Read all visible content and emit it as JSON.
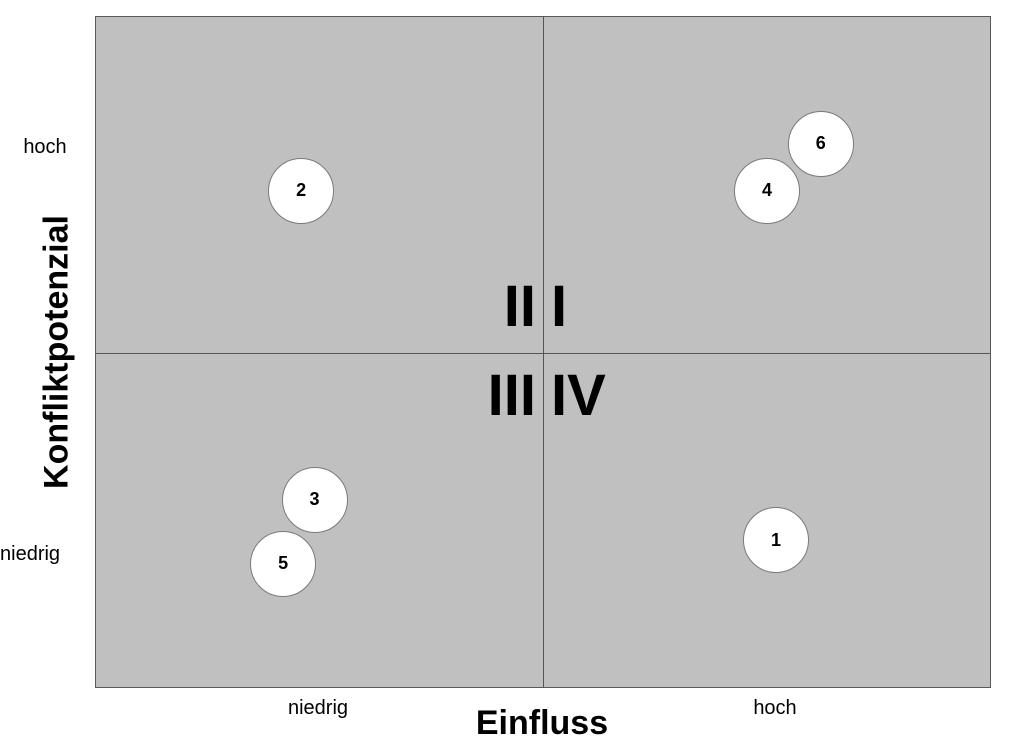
{
  "axes": {
    "x_title": "Einfluss",
    "y_title": "Konfliktpotenzial",
    "x_ticks": {
      "low": "niedrig",
      "high": "hoch"
    },
    "y_ticks": {
      "low": "niedrig",
      "high": "hoch"
    }
  },
  "quadrants": {
    "top_right": "I",
    "top_left": "II",
    "bottom_left": "III",
    "bottom_right": "IV"
  },
  "colors": {
    "plot_background": "#c0c0c0",
    "marker_fill": "#ffffff",
    "divider": "#555555"
  },
  "markers": [
    {
      "label": "1",
      "einfluss": 0.76,
      "konfliktpotenzial": 0.22
    },
    {
      "label": "2",
      "einfluss": 0.23,
      "konfliktpotenzial": 0.74
    },
    {
      "label": "3",
      "einfluss": 0.245,
      "konfliktpotenzial": 0.28
    },
    {
      "label": "4",
      "einfluss": 0.75,
      "konfliktpotenzial": 0.74
    },
    {
      "label": "5",
      "einfluss": 0.21,
      "konfliktpotenzial": 0.185
    },
    {
      "label": "6",
      "einfluss": 0.81,
      "konfliktpotenzial": 0.81
    }
  ]
}
